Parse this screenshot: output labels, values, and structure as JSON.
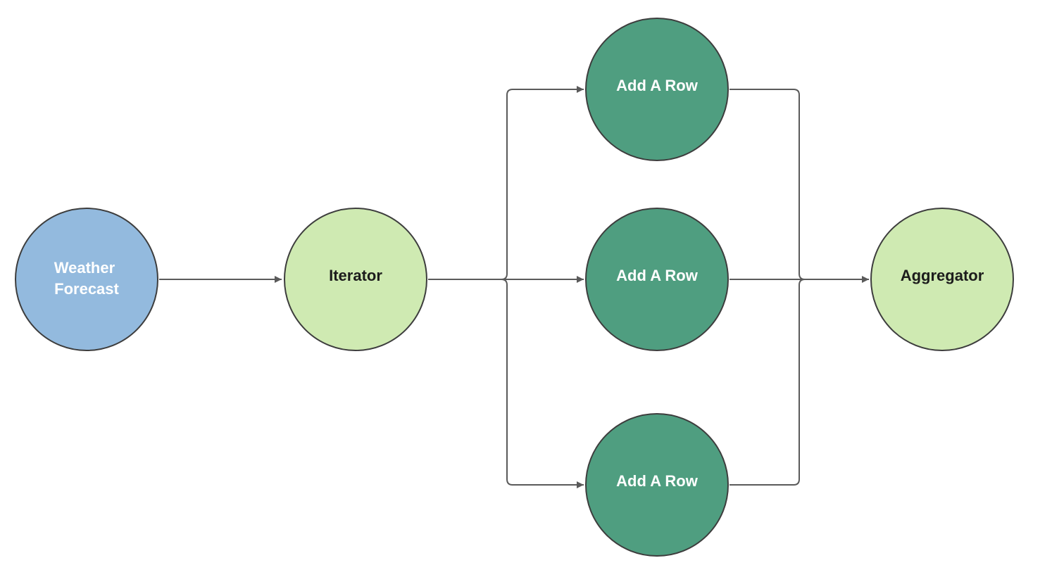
{
  "colors": {
    "source": "#93bade",
    "iterator": "#cfeab2",
    "action": "#4f9e80",
    "aggregator": "#cfeab2",
    "outline": "#3d3d3d",
    "edge": "#5a5a5a",
    "light_text": "#ffffff",
    "dark_text": "#1c1c1c"
  },
  "nodes": {
    "weather_forecast": {
      "lines": [
        "Weather",
        "Forecast"
      ]
    },
    "iterator": {
      "label": "Iterator"
    },
    "add_row_top": {
      "label": "Add A Row"
    },
    "add_row_middle": {
      "label": "Add A Row"
    },
    "add_row_bottom": {
      "label": "Add A Row"
    },
    "aggregator": {
      "label": "Aggregator"
    }
  },
  "edges": [
    {
      "from": "weather_forecast",
      "to": "iterator"
    },
    {
      "from": "iterator",
      "to": "add_row_top"
    },
    {
      "from": "iterator",
      "to": "add_row_middle"
    },
    {
      "from": "iterator",
      "to": "add_row_bottom"
    },
    {
      "from": "add_row_top",
      "to": "aggregator"
    },
    {
      "from": "add_row_middle",
      "to": "aggregator"
    },
    {
      "from": "add_row_bottom",
      "to": "aggregator"
    }
  ]
}
